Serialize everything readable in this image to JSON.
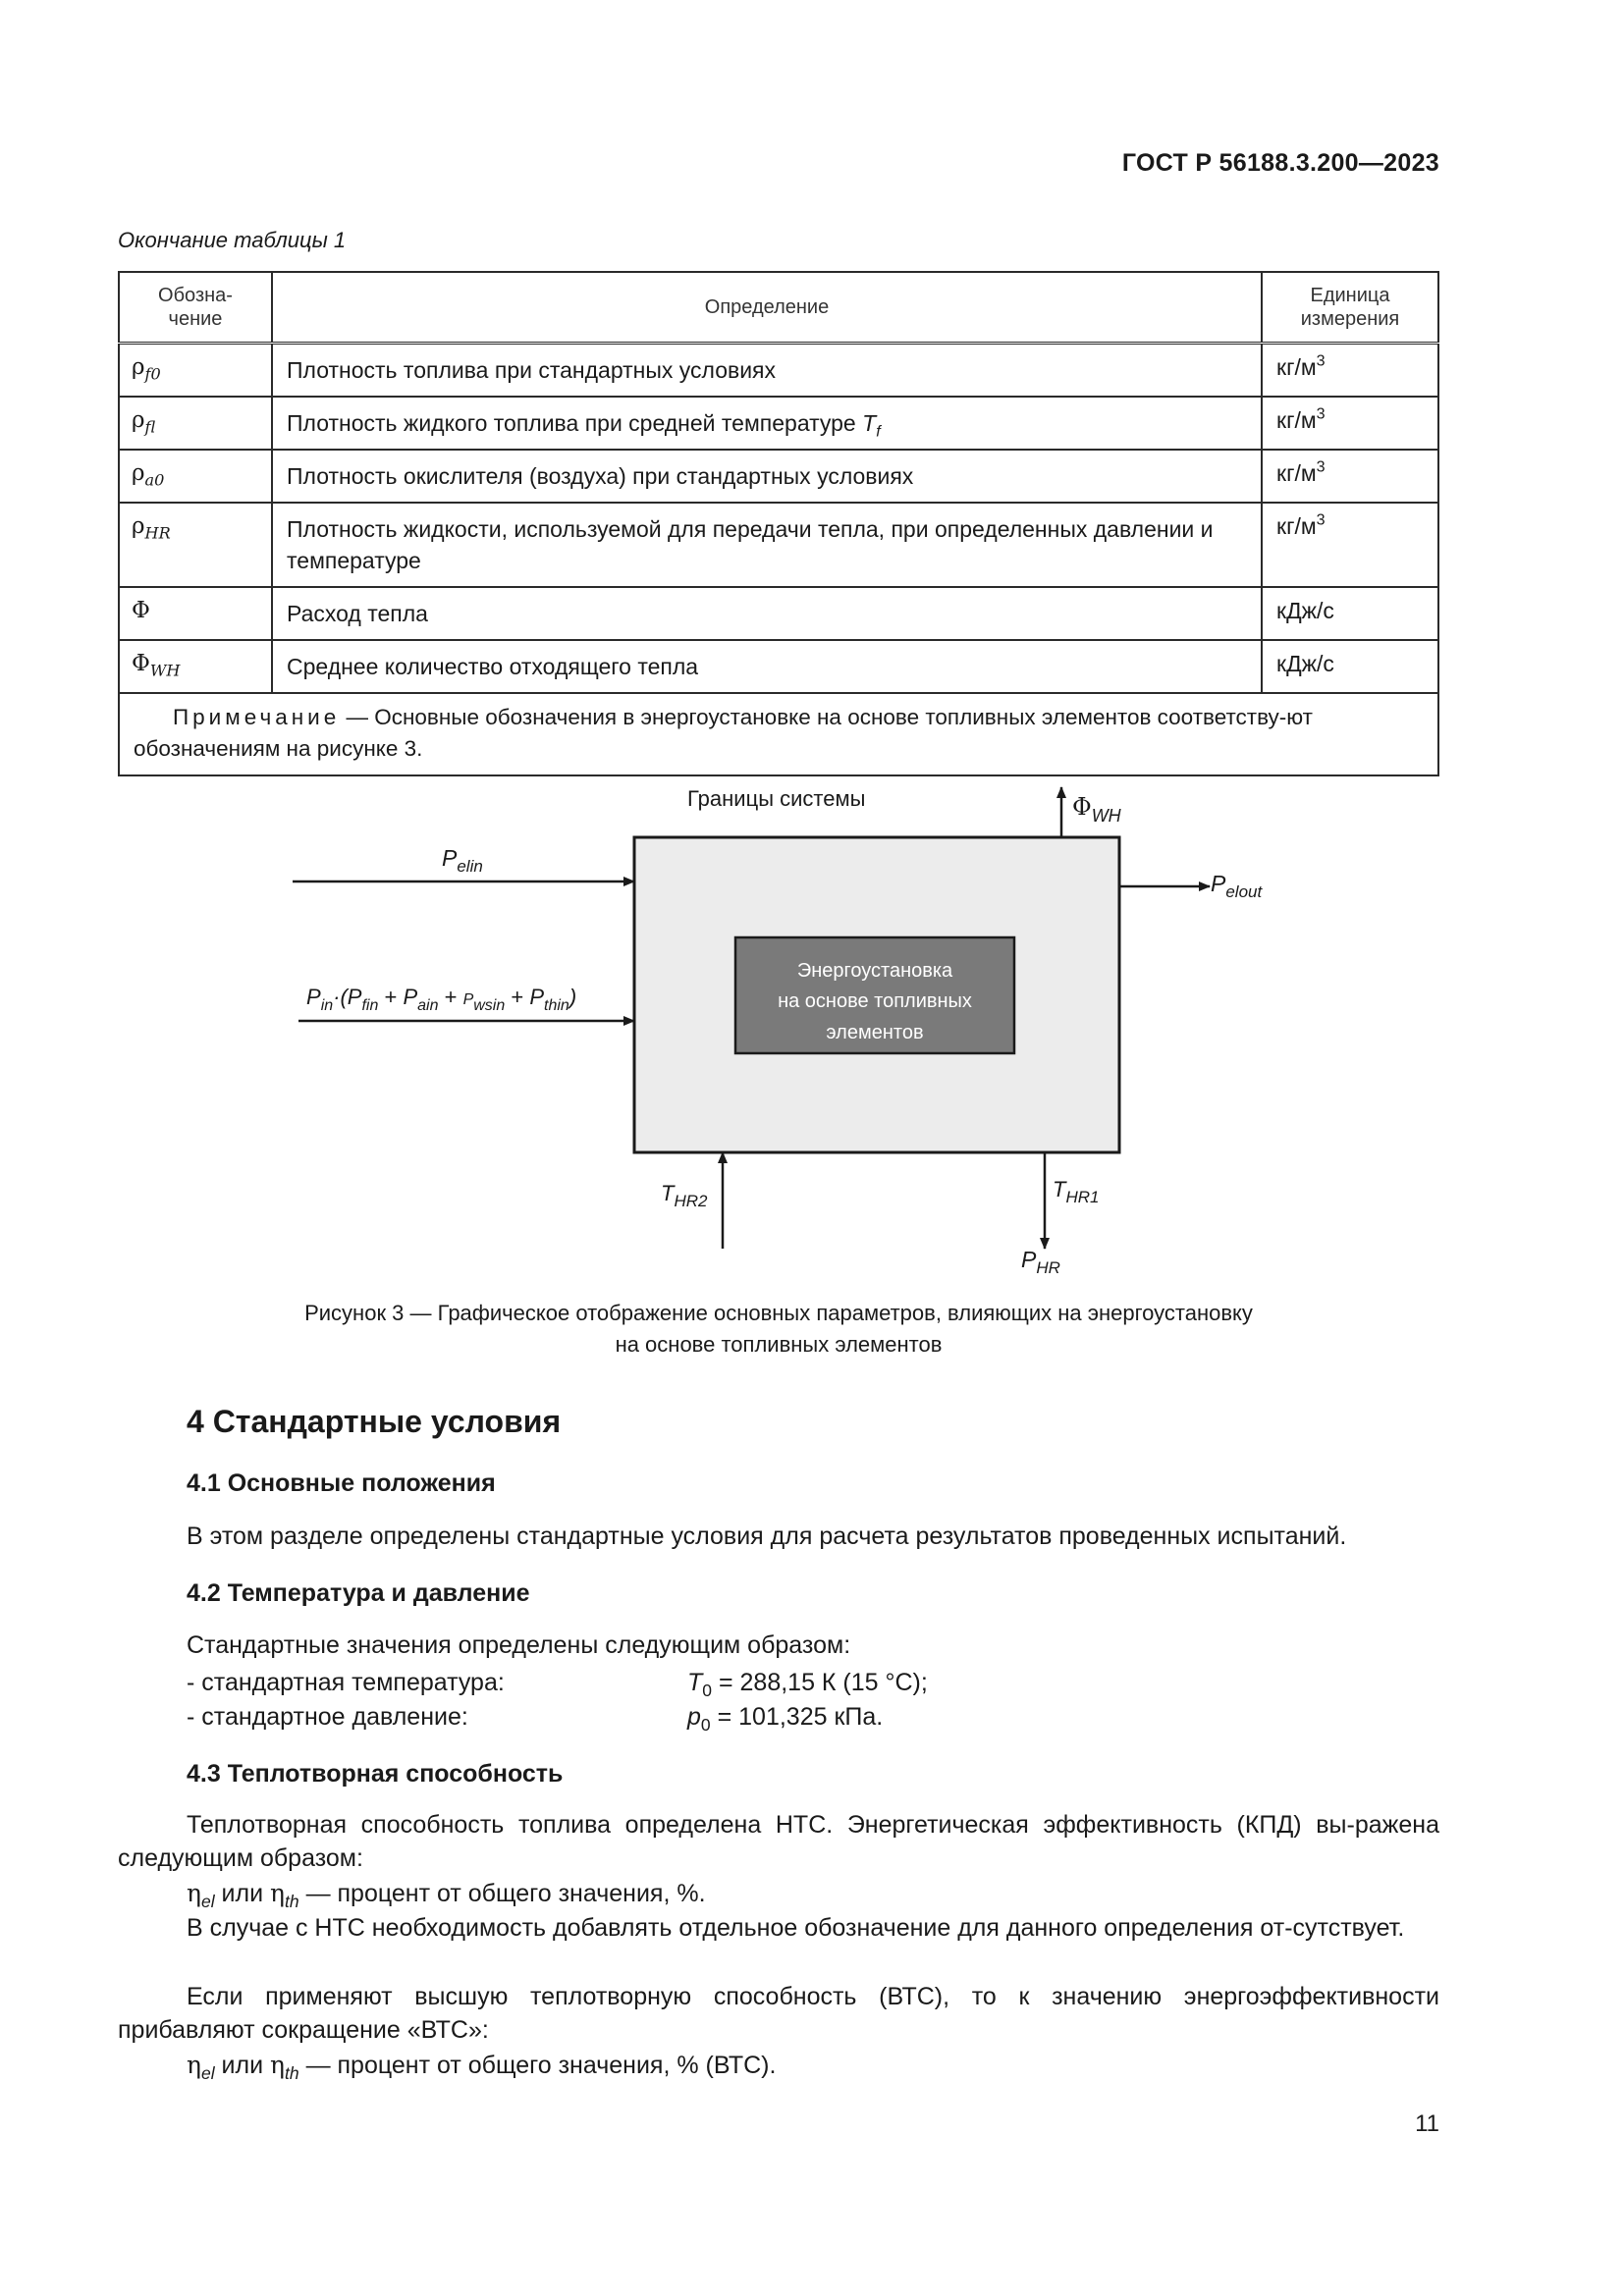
{
  "header": {
    "standard": "ГОСТ Р 56188.3.200—2023"
  },
  "table": {
    "caption": "Окончание таблицы 1",
    "headers": {
      "symbol": [
        "Обозна-",
        "чение"
      ],
      "definition": "Определение",
      "unit": [
        "Единица",
        "измерения"
      ]
    },
    "rows": [
      {
        "sym": "ρ",
        "sub": "f0",
        "definition": "Плотность топлива при стандартных условиях",
        "unit": "кг/м",
        "unit_sup": "3"
      },
      {
        "sym": "ρ",
        "sub": "fl",
        "definition": "Плотность жидкого топлива при средней температуре ",
        "definition_var": "T",
        "definition_var_sub": "f",
        "unit": "кг/м",
        "unit_sup": "3"
      },
      {
        "sym": "ρ",
        "sub": "a0",
        "definition": "Плотность окислителя (воздуха) при стандартных условиях",
        "unit": "кг/м",
        "unit_sup": "3"
      },
      {
        "sym": "ρ",
        "sub": "HR",
        "definition": "Плотность жидкости, используемой для передачи тепла, при определенных давлении и температуре",
        "unit": "кг/м",
        "unit_sup": "3"
      },
      {
        "sym": "Φ",
        "sub": "",
        "definition": "Расход тепла",
        "unit": "кДж/с",
        "unit_sup": ""
      },
      {
        "sym": "Φ",
        "sub": "WH",
        "definition": "Среднее количество отходящего тепла",
        "unit": "кДж/с",
        "unit_sup": ""
      }
    ],
    "note_label": "Примечание",
    "note_text": " — Основные обозначения в энергоустановке на основе топливных элементов соответству-ют обозначениям на рисунке 3."
  },
  "figure": {
    "boundary_label": "Границы системы",
    "inner_box": [
      "Энергоустановка",
      "на основе топливных",
      "элементов"
    ],
    "labels": {
      "phi_wh": {
        "main": "Φ",
        "sub": "WH"
      },
      "pelin": {
        "main": "P",
        "sub": "elin"
      },
      "pelout": {
        "main": "P",
        "sub": "elout"
      },
      "thr2": {
        "main": "T",
        "sub": "HR2"
      },
      "thr1": {
        "main": "T",
        "sub": "HR1"
      },
      "phr": {
        "main": "P",
        "sub": "HR"
      },
      "pin_formula": "P_in·(P_fin + P_ain + P_wsin + P_thin)"
    },
    "caption": [
      "Рисунок 3 — Графическое отображение основных параметров, влияющих на энергоустановку",
      "на основе топливных элементов"
    ]
  },
  "section4": {
    "title": "4 Стандартные условия",
    "s41": {
      "title": "4.1 Основные положения",
      "text": "В этом разделе определены стандартные условия для расчета результатов проведенных испытаний."
    },
    "s42": {
      "title": "4.2 Температура и давление",
      "intro": "Стандартные значения определены следующим образом:",
      "items": [
        {
          "label": "- стандартная температура:",
          "var": "T",
          "sub": "0",
          "value": " = 288,15 К (15 °С);"
        },
        {
          "label": "- стандартное давление:",
          "var": "p",
          "sub": "0",
          "value": " = 101,325 кПа."
        }
      ]
    },
    "s43": {
      "title": "4.3 Теплотворная способность",
      "p1": "Теплотворная способность топлива определена НТС. Энергетическая эффективность (КПД) вы-ражена следующим образом:",
      "formula1_text": " — процент от общего значения, %.",
      "p2": "В случае с НТС необходимость добавлять отдельное обозначение для данного определения от-сутствует.",
      "p3": "Если применяют высшую теплотворную способность (ВТС), то к значению энергоэффективности прибавляют сокращение «ВТС»:",
      "formula2_text": " — процент от общего значения, % (ВТС).",
      "eta": "η",
      "or": " или ",
      "el": "el",
      "th": "th"
    }
  },
  "page_number": "11"
}
